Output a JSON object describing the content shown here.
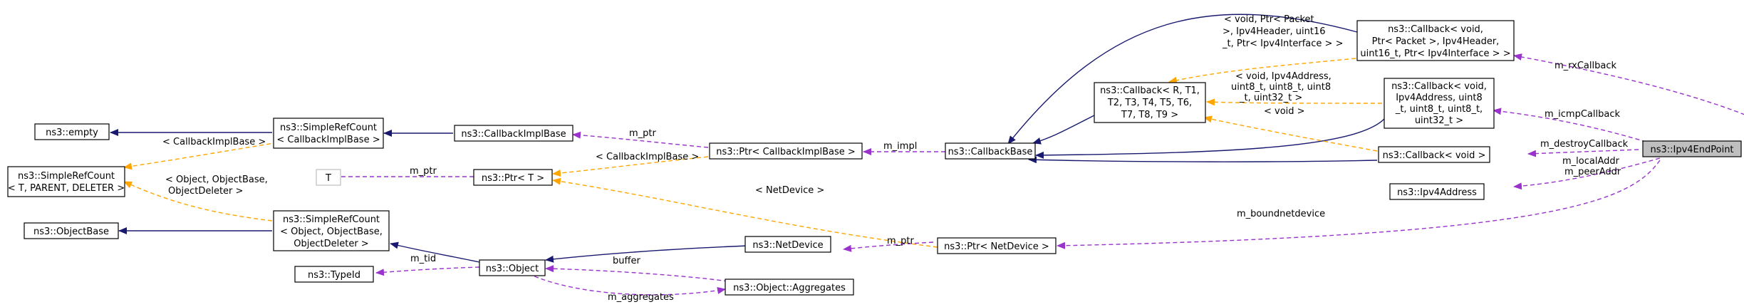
{
  "nodes": {
    "empty": {
      "label": "ns3::empty"
    },
    "srcCallbackImplBase": {
      "lines": [
        "ns3::SimpleRefCount",
        "< CallbackImplBase >"
      ]
    },
    "callbackImplBase": {
      "label": "ns3::CallbackImplBase"
    },
    "srcGeneric": {
      "lines": [
        "ns3::SimpleRefCount",
        "< T, PARENT, DELETER >"
      ]
    },
    "tParam": {
      "label": "T"
    },
    "ptrT": {
      "label": "ns3::Ptr< T >"
    },
    "ptrCallbackImplBase": {
      "label": "ns3::Ptr< CallbackImplBase >"
    },
    "callbackBase": {
      "label": "ns3::CallbackBase"
    },
    "callbackTemplate": {
      "lines": [
        "ns3::Callback< R, T1,",
        "T2, T3, T4, T5, T6,",
        "T7, T8, T9 >"
      ]
    },
    "callbackRx": {
      "lines": [
        "ns3::Callback< void,",
        "Ptr< Packet >, Ipv4Header,",
        "uint16_t, Ptr< Ipv4Interface > >"
      ]
    },
    "callbackIcmp": {
      "lines": [
        "ns3::Callback< void,",
        "Ipv4Address, uint8",
        "_t, uint8_t, uint8_t,",
        "uint32_t >"
      ]
    },
    "callbackVoid": {
      "label": "ns3::Callback< void >"
    },
    "ipv4Address": {
      "label": "ns3::Ipv4Address"
    },
    "ipv4EndPoint": {
      "label": "ns3::Ipv4EndPoint"
    },
    "objectBase": {
      "label": "ns3::ObjectBase"
    },
    "srcObject": {
      "lines": [
        "ns3::SimpleRefCount",
        "< Object, ObjectBase,",
        "ObjectDeleter >"
      ]
    },
    "typeId": {
      "label": "ns3::TypeId"
    },
    "object": {
      "label": "ns3::Object"
    },
    "netDevice": {
      "label": "ns3::NetDevice"
    },
    "ptrNetDevice": {
      "label": "ns3::Ptr< NetDevice >"
    },
    "objectAggregates": {
      "label": "ns3::Object::Aggregates"
    }
  },
  "edges": {
    "m_ptr_cib": "m_ptr",
    "m_ptr_t": "m_ptr",
    "m_impl": "m_impl",
    "tpl_callbackImplBase_a": "< CallbackImplBase >",
    "tpl_callbackImplBase_b": "< CallbackImplBase >",
    "tpl_object": [
      "< Object, ObjectBase,",
      "ObjectDeleter >"
    ],
    "tpl_rx": [
      "< void, Ptr< Packet",
      ">, Ipv4Header, uint16",
      "_t, Ptr< Ipv4Interface > >"
    ],
    "tpl_icmp": [
      "< void, Ipv4Address,",
      "uint8_t, uint8_t, uint8",
      "_t, uint32_t >"
    ],
    "tpl_void": "< void >",
    "tpl_netdevice": "< NetDevice >",
    "m_rxCallback": "m_rxCallback",
    "m_icmpCallback": "m_icmpCallback",
    "m_destroyCallback": "m_destroyCallback",
    "m_localAddr": "m_localAddr",
    "m_peerAddr": "m_peerAddr",
    "m_boundnetdevice": "m_boundnetdevice",
    "m_ptr_nd": "m_ptr",
    "m_tid": "m_tid",
    "buffer": "buffer",
    "m_aggregates": "m_aggregates"
  },
  "colors": {
    "inheritance": "#191970",
    "usage": "#9a32cd",
    "template": "#ffa500",
    "focus_fill": "#bfbfbf"
  }
}
